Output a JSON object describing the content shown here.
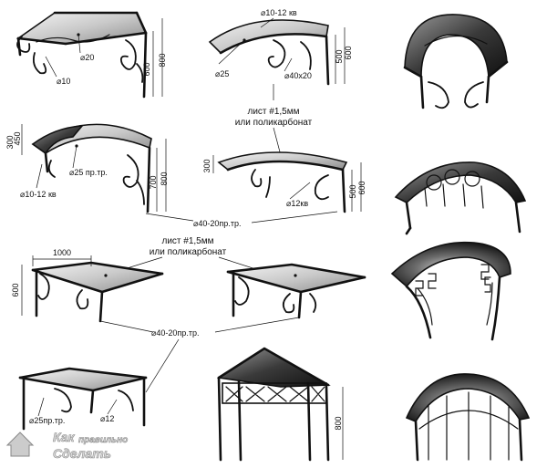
{
  "labels": {
    "d20": "⌀20",
    "d10": "⌀10",
    "h600_a": "600",
    "h800_a": "800",
    "d10_12kv_top": "⌀10-12 кв",
    "d25": "⌀25",
    "d40x20": "⌀40x20",
    "h500_a": "500",
    "h600_b": "600",
    "sheet_1": "лист #1,5мм",
    "sheet_1b": "или поликарбонат",
    "h300_a": "300",
    "h450_a": "450",
    "d25_prtr": "⌀25 пр.тр.",
    "d10_12kv_mid": "⌀10-12 кв",
    "h700": "700",
    "h800_b": "800",
    "h300_b": "300",
    "d12kv": "⌀12кв",
    "h500_b": "500",
    "h600_c": "600",
    "d40_20_mid": "⌀40-20пр.тр.",
    "w1000": "1000",
    "h600_d": "600",
    "sheet_2": "лист #1,5мм",
    "sheet_2b": "или поликарбонат",
    "d40_20_low": "⌀40-20пр.тр.",
    "d25_prtr_low": "⌀25пр.тр.",
    "d12": "⌀12",
    "h800_c": "800"
  },
  "logo": {
    "line1": "Как",
    "line2": "правильно",
    "line3": "Сделать"
  }
}
